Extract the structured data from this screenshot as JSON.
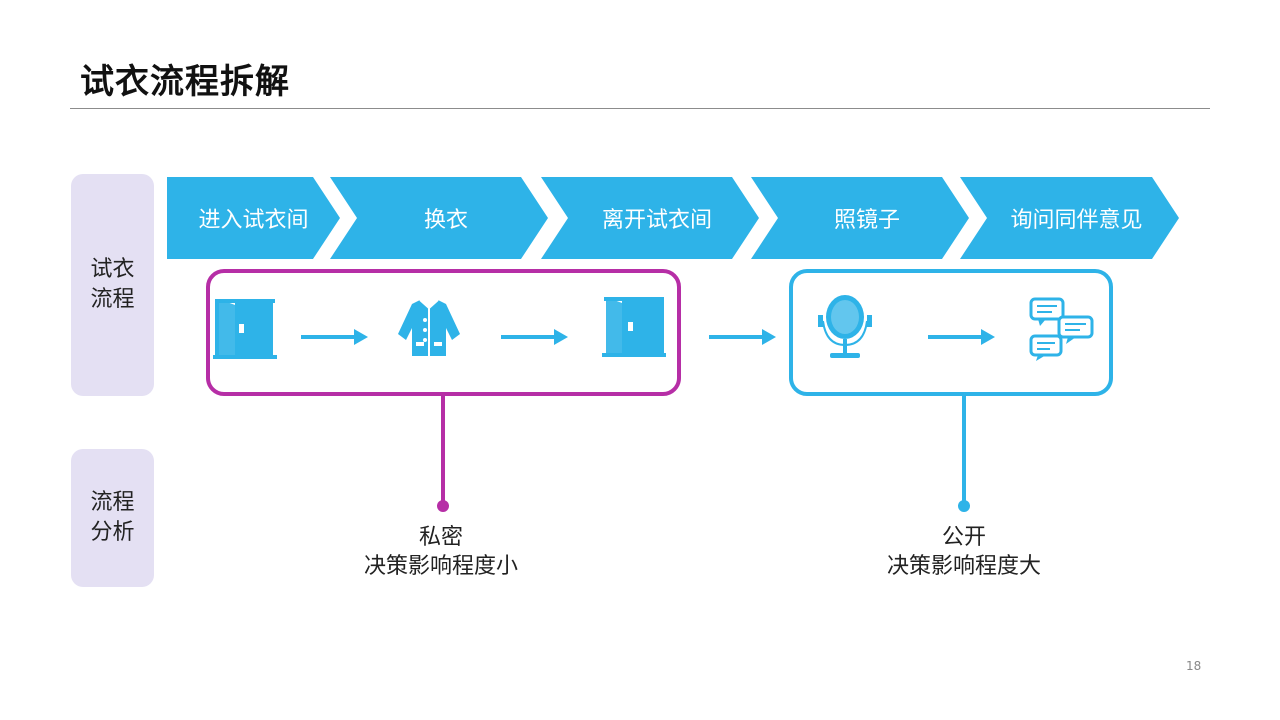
{
  "slide": {
    "title": "试衣流程拆解",
    "page_number": "18"
  },
  "side_labels": {
    "process": "试衣流程",
    "analysis": "流程分析"
  },
  "steps": [
    {
      "label": "进入试衣间",
      "icon": "door-enter-icon"
    },
    {
      "label": "换衣",
      "icon": "jacket-icon"
    },
    {
      "label": "离开试衣间",
      "icon": "door-exit-icon"
    },
    {
      "label": "照镜子",
      "icon": "mirror-icon"
    },
    {
      "label": "询问同伴意见",
      "icon": "chat-bubbles-icon"
    }
  ],
  "groups": {
    "private": {
      "line1": "私密",
      "line2": "决策影响程度小",
      "color": "#b62ea6"
    },
    "public": {
      "line1": "公开",
      "line2": "决策影响程度大",
      "color": "#2eb3e8"
    }
  },
  "colors": {
    "accent": "#2eb3e8",
    "private": "#b62ea6",
    "side_label_bg": "#e4e0f3"
  }
}
